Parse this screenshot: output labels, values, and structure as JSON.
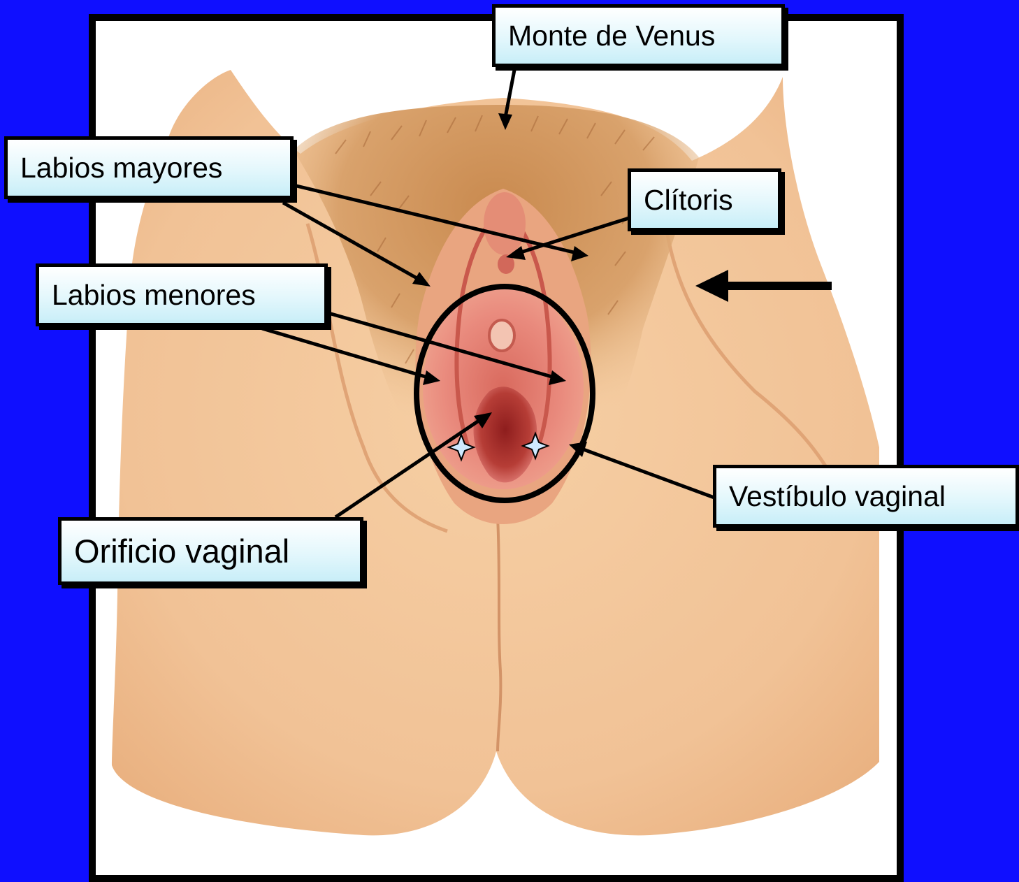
{
  "background_color": "#0f0fff",
  "frame_color": "#000000",
  "label_fill": "#d9f4fb",
  "labels": {
    "monte": "Monte de Venus",
    "labios_mayores": "Labios mayores",
    "clitoris": "Clítoris",
    "labios_menores": "Labios menores",
    "vestibulo": "Vestíbulo vaginal",
    "orificio": "Orificio vaginal"
  },
  "icons": [
    "arrow-icon",
    "sparkle-star-icon",
    "highlight-ellipse"
  ]
}
